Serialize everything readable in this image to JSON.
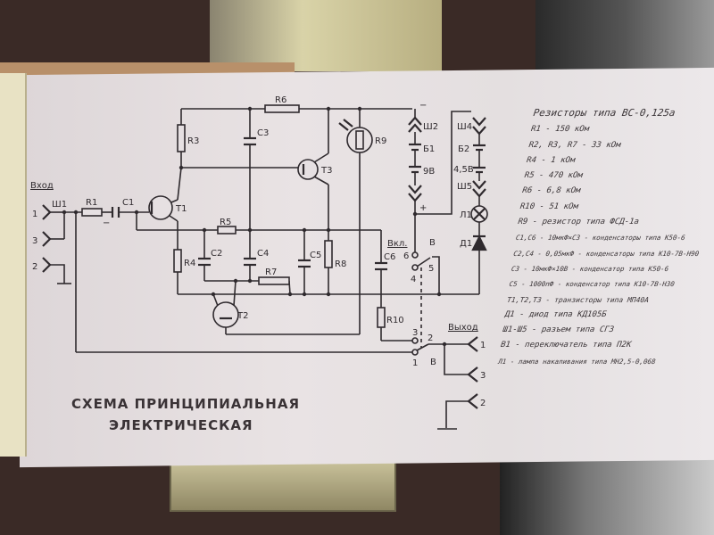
{
  "diagram": {
    "title_line1": "СХЕМА ПРИНЦИПИАЛЬНАЯ",
    "title_line2": "ЭЛЕКТРИЧЕСКАЯ",
    "labels": {
      "input": "Вход",
      "output": "Выход",
      "on": "Вкл.",
      "sh1": "Ш1",
      "sh2": "Ш2",
      "sh4": "Ш4",
      "sh5": "Ш5",
      "r1": "R1",
      "c1": "C1",
      "t1": "T1",
      "r3": "R3",
      "c3": "C3",
      "r6": "R6",
      "t3": "T3",
      "r9": "R9",
      "b1": "Б1",
      "v9": "9В",
      "b2": "Б2",
      "v45": "4,5В",
      "l1": "Л1",
      "d1": "Д1",
      "r5": "R5",
      "r4": "R4",
      "c2": "C2",
      "c4": "C4",
      "r7": "R7",
      "c5": "C5",
      "r8": "R8",
      "c6": "C6",
      "t2": "T2",
      "r10": "R10",
      "minus": "−",
      "plus": "+",
      "v_top": "В",
      "v_bot": "В",
      "pin_in_1": "1",
      "pin_in_3": "3",
      "pin_in_2": "2",
      "sw_6": "6",
      "sw_4": "4",
      "sw_5": "5",
      "sw_3": "3",
      "sw_1": "1",
      "sw_2": "2",
      "pin_out_1": "1",
      "pin_out_3": "3",
      "pin_out_2": "2"
    },
    "parts_list": {
      "heading": "Резисторы типа ВС-0,125а",
      "items": [
        "R1 - 150 кОм",
        "R2, R3, R7 - 33 кОм",
        "R4 - 1 кОм",
        "R5 - 470 кОм",
        "R6 - 6,8 кОм",
        "R10 - 51 кОм",
        "R9 - резистор типа ФСД-1а",
        "С1,С6 - 10мкФ×С3 - конденсаторы типа К50-6",
        "С2,С4 - 0,05мкФ - конденсаторы типа К10-7В-Н90",
        "С3 - 10мкФ×10В - конденсатор типа К50-6",
        "С5 - 1000пФ - конденсатор типа К10-7В-Н30",
        "Т1,Т2,Т3 - транзисторы типа МП40А",
        "Д1 - диод типа КД105Б",
        "Ш1-Ш5 - разъем типа СГ3",
        "В1 - переключатель типа П2К",
        "Л1 - лампа накаливания типа МН2,5-0,068"
      ]
    }
  },
  "colors": {
    "ink": "#2f2a2e",
    "paper": "#e6e0e2"
  }
}
